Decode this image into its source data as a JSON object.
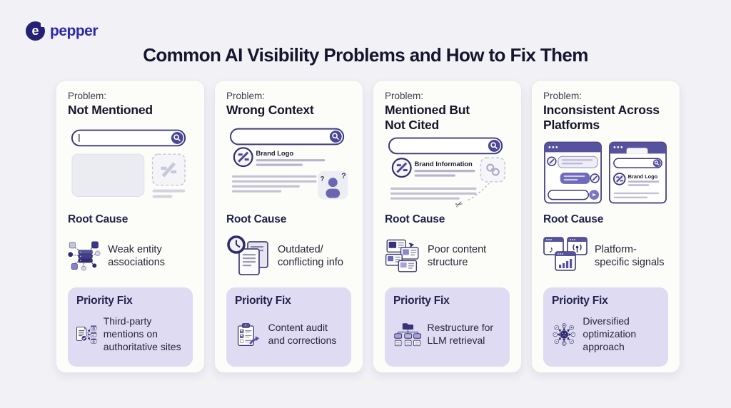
{
  "page": {
    "logo_text": "pepper",
    "logo_glyph": "e",
    "title": "Common AI Visibility Problems and How to Fix Them"
  },
  "labels": {
    "problem": "Problem:",
    "root_cause": "Root Cause",
    "priority_fix": "Priority Fix"
  },
  "colors": {
    "accent_indigo": "#4c4794",
    "dark_navy": "#15152c",
    "lavender_box": "#dfdbf2",
    "page_background": "#f2f1f6",
    "card_background": "#fcfcf8",
    "logo_blue": "#2b28ad"
  },
  "illustration_text": {
    "brand_logo": "Brand Logo",
    "brand_information": "Brand Information"
  },
  "cards": [
    {
      "problem_title": "Not Mentioned",
      "illustration": "search-with-empty-result",
      "root_cause": {
        "icon": "entity-network-icon",
        "text": "Weak entity associations"
      },
      "priority_fix": {
        "icon": "document-outreach-icon",
        "text": "Third-party mentions on authoritative sites"
      }
    },
    {
      "problem_title": "Wrong Context",
      "illustration": "search-result-confused-user",
      "root_cause": {
        "icon": "clock-documents-icon",
        "text": "Outdated/\nconflicting info"
      },
      "priority_fix": {
        "icon": "checklist-clipboard-icon",
        "text": "Content audit and corrections"
      }
    },
    {
      "problem_title": "Mentioned But\nNot Cited",
      "illustration": "search-result-missing-link",
      "root_cause": {
        "icon": "scattered-cards-icon",
        "text": "Poor content structure"
      },
      "priority_fix": {
        "icon": "hierarchy-tree-icon",
        "text": "Restructure for LLM retrieval"
      }
    },
    {
      "problem_title": "Inconsistent Across\nPlatforms",
      "illustration": "chat-vs-browser-windows",
      "root_cause": {
        "icon": "platform-windows-icon",
        "text": "Platform-\nspecific signals"
      },
      "priority_fix": {
        "icon": "hub-spoke-icon",
        "text": "Diversified optimization approach"
      }
    }
  ]
}
